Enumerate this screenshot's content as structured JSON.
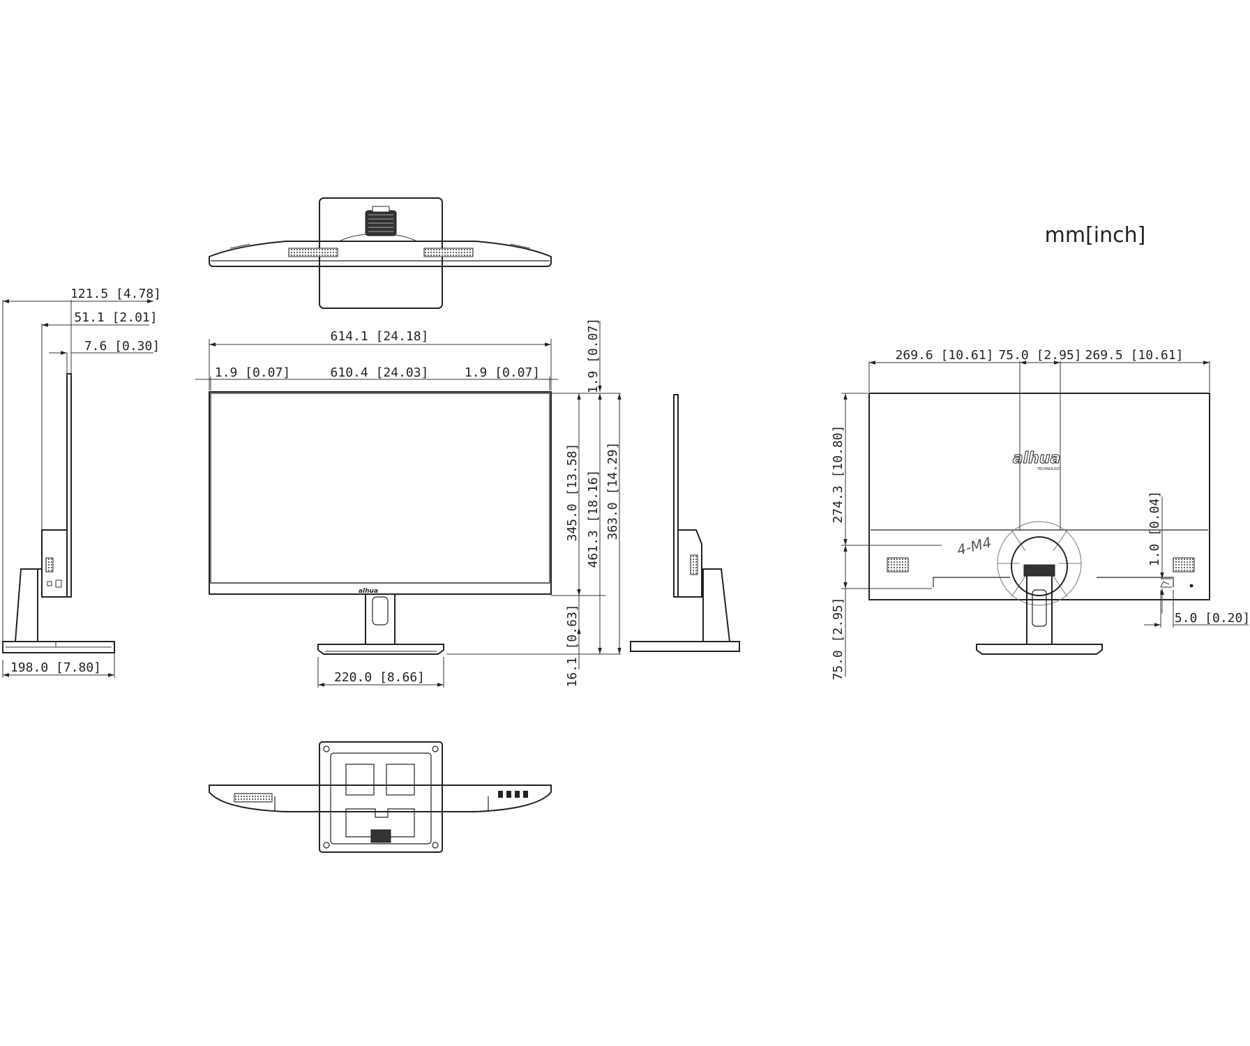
{
  "units": "mm[inch]",
  "logo": {
    "brand": "alhua",
    "tagline": "TECHNOLOGY"
  },
  "side_left": {
    "overall_depth": "121.5 [4.78]",
    "neck_depth": "51.1 [2.01]",
    "panel_thickness": "7.6 [0.30]",
    "base_depth": "198.0 [7.80]"
  },
  "front": {
    "overall_width": "614.1 [24.18]",
    "bezel_left": "1.9 [0.07]",
    "screen_width": "610.4 [24.03]",
    "bezel_right": "1.9 [0.07]",
    "bezel_top": "1.9 [0.07]",
    "screen_height": "345.0 [13.58]",
    "panel_height": "363.0 [14.29]",
    "overall_height": "461.3 [18.16]",
    "bottom_gap": "16.1 [0.63]",
    "base_width": "220.0 [8.66]"
  },
  "rear": {
    "left_to_vesa": "269.6 [10.61]",
    "vesa_width": "75.0 [2.95]",
    "vesa_to_right": "269.5 [10.61]",
    "top_to_vesa": "274.3 [10.80]",
    "vesa_height": "75.0 [2.95]",
    "port_recess": "1.0 [0.04]",
    "port_offset": "5.0 [0.20]",
    "screw_note": "4-M4"
  }
}
